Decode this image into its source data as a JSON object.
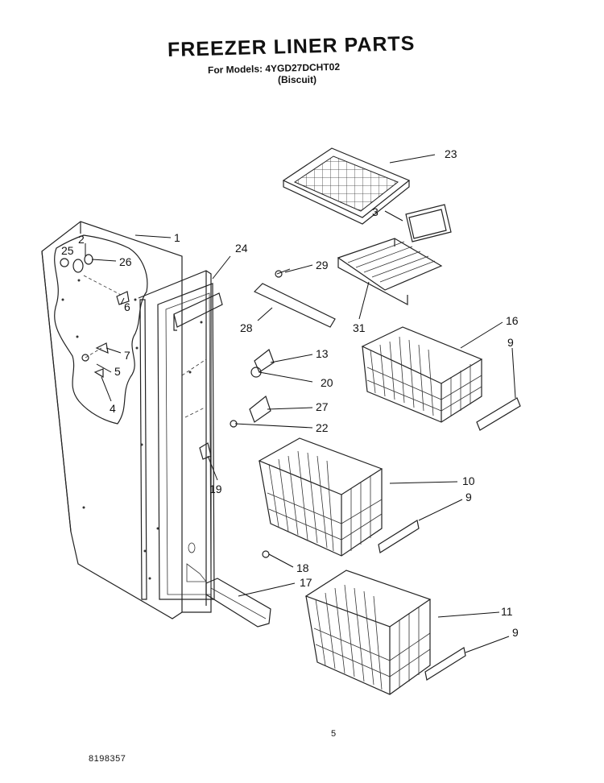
{
  "header": {
    "title": "FREEZER LINER PARTS",
    "models_line": "For Models: 4YGD27DCHT02",
    "variant": "(Biscuit)"
  },
  "footer": {
    "page_number": "5",
    "document_number": "8198357"
  },
  "callouts": {
    "c1": "1",
    "c2": "2",
    "c3": "3",
    "c4": "4",
    "c5": "5",
    "c6": "6",
    "c7": "7",
    "c9a": "9",
    "c9b": "9",
    "c9c": "9",
    "c10": "10",
    "c11": "11",
    "c13": "13",
    "c16": "16",
    "c17": "17",
    "c18": "18",
    "c19": "19",
    "c20": "20",
    "c22": "22",
    "c23": "23",
    "c24": "24",
    "c25": "25",
    "c26": "26",
    "c27": "27",
    "c28": "28",
    "c29": "29",
    "c31": "31"
  }
}
